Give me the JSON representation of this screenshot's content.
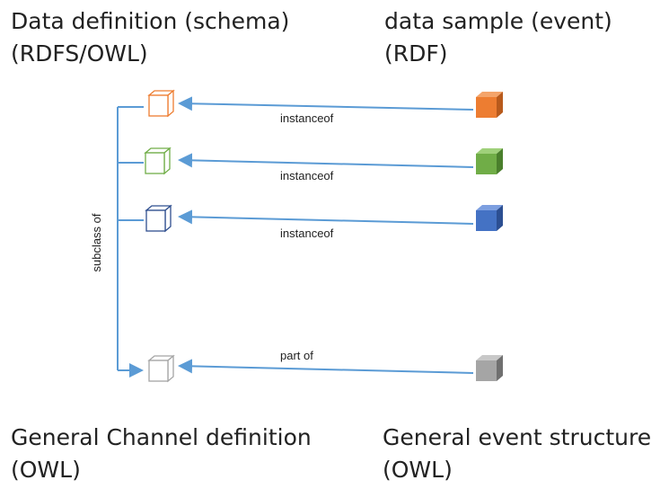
{
  "headers": {
    "left_line1": "Data definition (schema)",
    "left_line2": "(RDFS/OWL)",
    "right_line1": "data sample (event)",
    "right_line2": "(RDF)"
  },
  "footers": {
    "left_line1": "General Channel definition",
    "left_line2": "(OWL)",
    "right_line1": "General event structure",
    "right_line2": "(OWL)"
  },
  "edges": {
    "subclass_label": "subclass of",
    "rows": [
      {
        "label": "instanceof",
        "color": "#ed7d31"
      },
      {
        "label": "instanceof",
        "color": "#70ad47"
      },
      {
        "label": "instanceof",
        "color": "#4472c4"
      },
      {
        "label": "part of",
        "color": "#a5a5a5"
      }
    ]
  },
  "colors": {
    "arrow": "#5b9bd5",
    "outline_orange": "#ed7d31",
    "outline_green": "#70ad47",
    "outline_blue": "#2f4f8f",
    "outline_gray": "#a5a5a5"
  }
}
